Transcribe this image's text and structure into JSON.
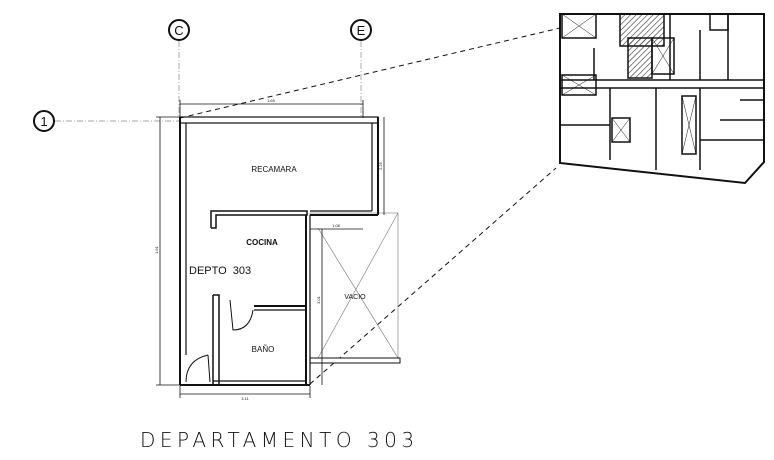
{
  "title": "DEPARTAMENTO 303",
  "grid": {
    "c": "C",
    "e": "E",
    "one": "1"
  },
  "rooms": {
    "recamara": "RECAMARA",
    "cocina": "COCINA",
    "depto": "DEPTO  303",
    "bano": "BAÑO",
    "vacio": "VACIO"
  },
  "dims": {
    "top": "1.65",
    "left": "1.91",
    "right": "2.25",
    "bottom": "3.11",
    "vacio_top": "1.08",
    "vacio_left": "3.01"
  },
  "colors": {
    "line": "#111111",
    "hatch": "#333333"
  }
}
